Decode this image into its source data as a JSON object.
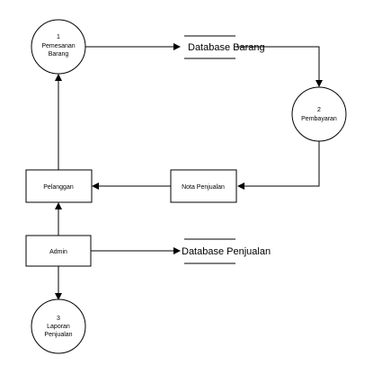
{
  "processes": [
    {
      "id": "p1",
      "number": "1",
      "name_line1": "Pemesanan",
      "name_line2": "Barang"
    },
    {
      "id": "p2",
      "number": "2",
      "name_line1": "Pembayaran",
      "name_line2": ""
    },
    {
      "id": "p3",
      "number": "3",
      "name_line1": "Laporan",
      "name_line2": "Penjualan"
    }
  ],
  "entities": [
    {
      "id": "pelanggan",
      "label": "Pelanggan"
    },
    {
      "id": "nota",
      "label": "Nota Penjualan"
    },
    {
      "id": "admin",
      "label": "Admin"
    }
  ],
  "data_stores": [
    {
      "id": "db_barang",
      "label": "Database Barang"
    },
    {
      "id": "db_penjualan",
      "label": "Database Penjualan"
    }
  ]
}
